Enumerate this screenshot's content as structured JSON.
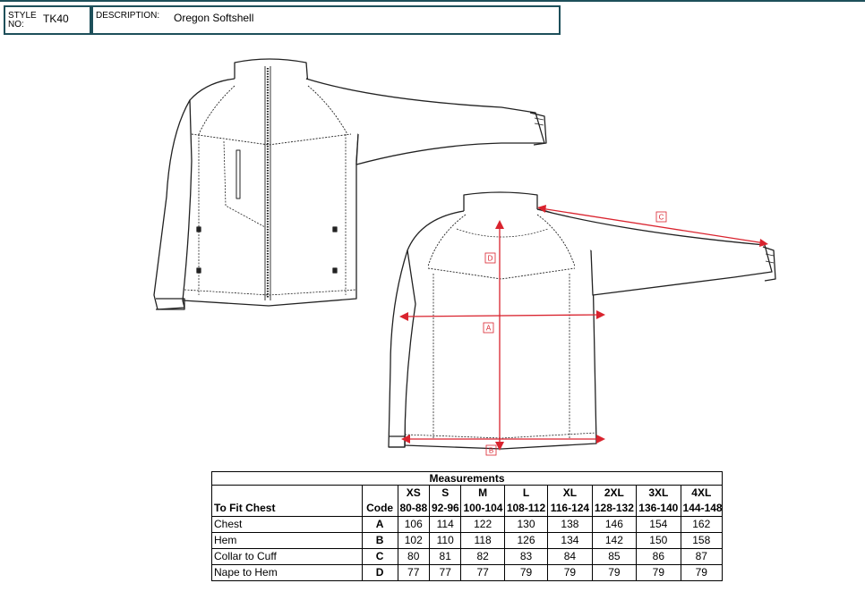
{
  "header": {
    "style_label_line1": "STYLE",
    "style_label_line2": "NO:",
    "style_no": "TK40",
    "description_label": "DESCRIPTION:",
    "description": "Oregon Softshell"
  },
  "diagram": {
    "markers": [
      "A",
      "B",
      "C",
      "D"
    ]
  },
  "table": {
    "title": "Measurements",
    "fit_label": "To Fit Chest",
    "code_label": "Code",
    "sizes": [
      {
        "size": "XS",
        "fit": "80-88"
      },
      {
        "size": "S",
        "fit": "92-96"
      },
      {
        "size": "M",
        "fit": "100-104"
      },
      {
        "size": "L",
        "fit": "108-112"
      },
      {
        "size": "XL",
        "fit": "116-124"
      },
      {
        "size": "2XL",
        "fit": "128-132"
      },
      {
        "size": "3XL",
        "fit": "136-140"
      },
      {
        "size": "4XL",
        "fit": "144-148"
      }
    ],
    "rows": [
      {
        "name": "Chest",
        "code": "A",
        "values": [
          "106",
          "114",
          "122",
          "130",
          "138",
          "146",
          "154",
          "162"
        ]
      },
      {
        "name": "Hem",
        "code": "B",
        "values": [
          "102",
          "110",
          "118",
          "126",
          "134",
          "142",
          "150",
          "158"
        ]
      },
      {
        "name": "Collar to Cuff",
        "code": "C",
        "values": [
          "80",
          "81",
          "82",
          "83",
          "84",
          "85",
          "86",
          "87"
        ]
      },
      {
        "name": "Nape to Hem",
        "code": "D",
        "values": [
          "77",
          "77",
          "77",
          "79",
          "79",
          "79",
          "79",
          "79"
        ]
      }
    ]
  },
  "colors": {
    "frame": "#1d4f5a",
    "measure_line": "#d9232e"
  }
}
